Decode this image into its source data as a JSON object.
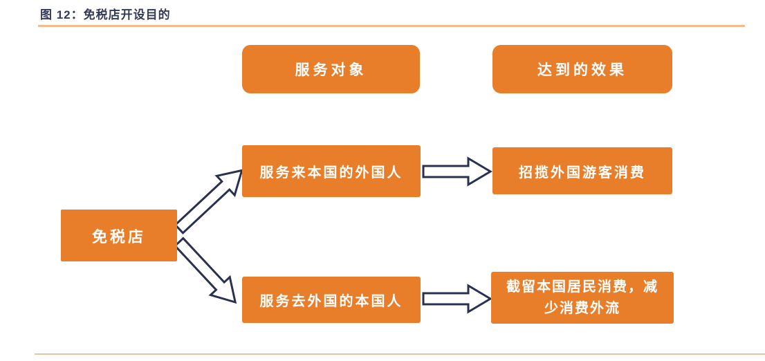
{
  "figure": {
    "title": "图 12：免税店开设目的",
    "colors": {
      "node_fill": "#E87E2A",
      "arrow_outline": "#2A3050",
      "title_text": "#333A56",
      "title_rule": "#F2BD88",
      "bottom_rule": "#E3C49E"
    }
  },
  "diagram": {
    "root": {
      "label": "免税店"
    },
    "headers": {
      "service_target": "服务对象",
      "achieved_effect": "达到的效果"
    },
    "branches": [
      {
        "service": "服务来本国的外国人",
        "effect": "招揽外国游客消费"
      },
      {
        "service": "服务去外国的本国人",
        "effect": "截留本国居民消费，减\n少消费外流"
      }
    ]
  }
}
